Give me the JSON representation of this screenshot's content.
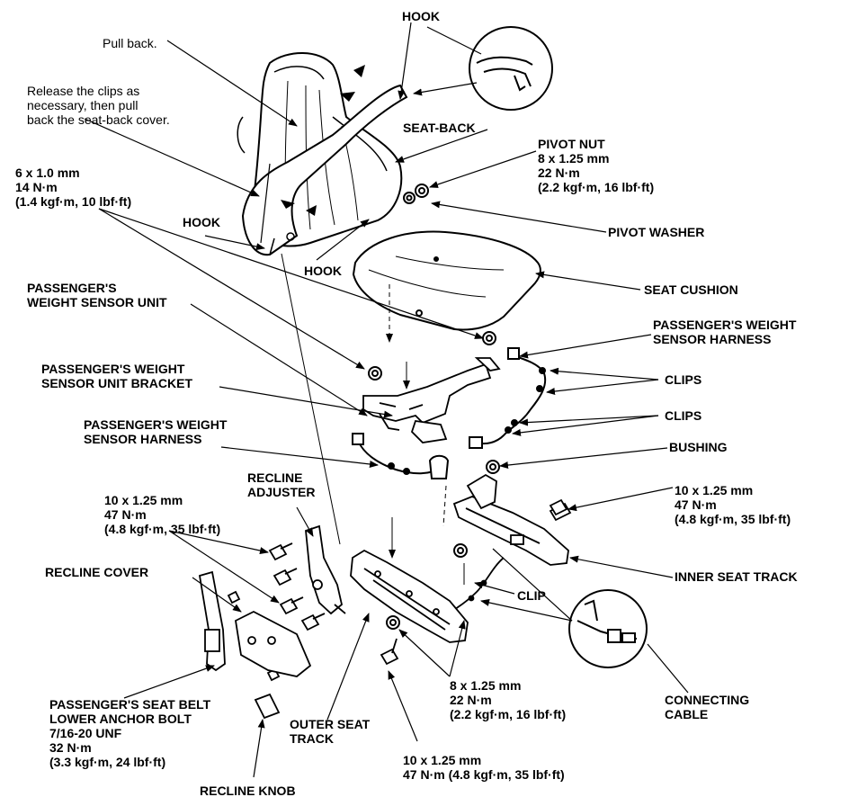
{
  "labels": {
    "hook_top": "HOOK",
    "pull_back": "Pull back.",
    "release_clips": [
      "Release the clips as",
      "necessary, then pull",
      "back the seat-back cover."
    ],
    "seat_back": "SEAT-BACK",
    "pivot_nut": [
      "PIVOT NUT",
      "8 x 1.25 mm",
      "22 N·m",
      "(2.2 kgf·m, 16 lbf·ft)"
    ],
    "bolt_6mm": [
      "6 x 1.0 mm",
      "14 N·m",
      "(1.4 kgf·m, 10 lbf·ft)"
    ],
    "hook_left": "HOOK",
    "hook_mid": "HOOK",
    "pivot_washer": "PIVOT WASHER",
    "seat_cushion": "SEAT CUSHION",
    "sensor_unit": [
      "PASSENGER'S",
      "WEIGHT SENSOR UNIT"
    ],
    "sensor_harness_right": [
      "PASSENGER'S WEIGHT",
      "SENSOR HARNESS"
    ],
    "sensor_bracket": [
      "PASSENGER'S WEIGHT",
      "SENSOR UNIT BRACKET"
    ],
    "clips_1": "CLIPS",
    "clips_2": "CLIPS",
    "sensor_harness_left": [
      "PASSENGER'S WEIGHT",
      "SENSOR HARNESS"
    ],
    "bushing": "BUSHING",
    "recline_adjuster": [
      "RECLINE",
      "ADJUSTER"
    ],
    "torque_10mm_right": [
      "10 x 1.25 mm",
      "47 N·m",
      "(4.8 kgf·m, 35 lbf·ft)"
    ],
    "torque_10mm_left": [
      "10 x 1.25 mm",
      "47 N·m",
      "(4.8 kgf·m, 35 lbf·ft)"
    ],
    "recline_cover": "RECLINE COVER",
    "inner_seat_track": "INNER SEAT TRACK",
    "clip": "CLIP",
    "anchor_bolt": [
      "PASSENGER'S SEAT BELT",
      "LOWER ANCHOR BOLT",
      "7/16-20 UNF",
      "32 N·m",
      "(3.3 kgf·m, 24 lbf·ft)"
    ],
    "outer_seat_track": [
      "OUTER SEAT",
      "TRACK"
    ],
    "torque_8mm_bottom": [
      "8 x 1.25 mm",
      "22 N·m",
      "(2.2 kgf·m, 16 lbf·ft)"
    ],
    "connecting_cable": [
      "CONNECTING",
      "CABLE"
    ],
    "torque_10mm_bottom": [
      "10 x 1.25 mm",
      "47 N·m (4.8 kgf·m, 35 lbf·ft)"
    ],
    "recline_knob": "RECLINE KNOB"
  }
}
